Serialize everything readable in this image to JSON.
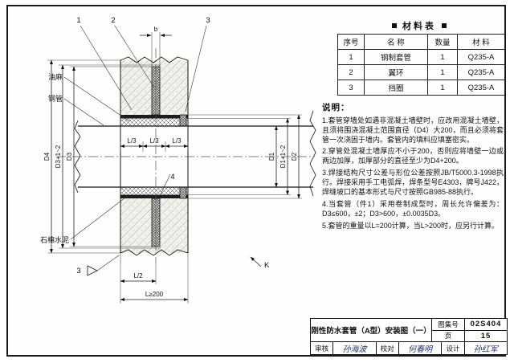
{
  "sheet": {
    "drawing_title": "刚性防水套管（A型）安装图（一）",
    "atlas_label": "图集号",
    "atlas_no": "02S404",
    "page_label": "页",
    "page_no": "15",
    "sign": {
      "review_label": "审核",
      "review_name": "孙海波",
      "proof_label": "校对",
      "proof_name": "何春明",
      "design_label": "设计",
      "design_name": "孙红军"
    }
  },
  "materials": {
    "title": "材料表",
    "headers": [
      "序号",
      "名  称",
      "数量",
      "材  料"
    ],
    "rows": [
      [
        "1",
        "钢制套管",
        "1",
        "Q235-A"
      ],
      [
        "2",
        "翼环",
        "1",
        "Q235-A"
      ],
      [
        "3",
        "挡圈",
        "1",
        "Q235-A"
      ]
    ]
  },
  "notes": {
    "title": "说明：",
    "items": [
      "1.套管穿墙处如遇非混凝土墙壁时，应改用混凝土墙壁，且须将围浇混凝土范围直径（D4）大200，而且必须将套管一次浇固于墙内。套管内的填料应填塞密实。",
      "2.穿管处混凝土墙厚应不小于200，否则应将墙壁一边或两边加厚，加厚部分的直径至少为D4+200。",
      "3.焊接结构尺寸公差与形位公差按照JB/T5000.3-1998执行。焊接采用手工电弧焊，焊条型号E4303，牌号J422，焊缝坡口的基本形式与尺寸按照GB985-88执行。",
      "4.当套管（件1）采用卷制成型时，周长允许偏差为：D3≤600，±2；D3>600，±0.0035D3。",
      "5.套管的重量以L=200计算，当L>200时，应另行计算。"
    ]
  },
  "drawing": {
    "callout_1": "1",
    "callout_2": "2",
    "callout_3": "3",
    "callout_4": "4",
    "weld_mark": "3",
    "view_k": "K",
    "label_oakum": "油麻",
    "label_steel_pipe": "钢管",
    "label_asbestos_cement": "石棉水泥",
    "dim_b": "b",
    "dim_l3": "L/3",
    "dim_l2": "L/2",
    "dim_lmin": "L≥200",
    "dim_d1": "D1",
    "dim_d2": "D2",
    "dim_d3": "D3",
    "dim_d4": "D4",
    "dim_d1_clearance": "D1+1~2",
    "dim_d3_clearance": "D3+1~2"
  }
}
